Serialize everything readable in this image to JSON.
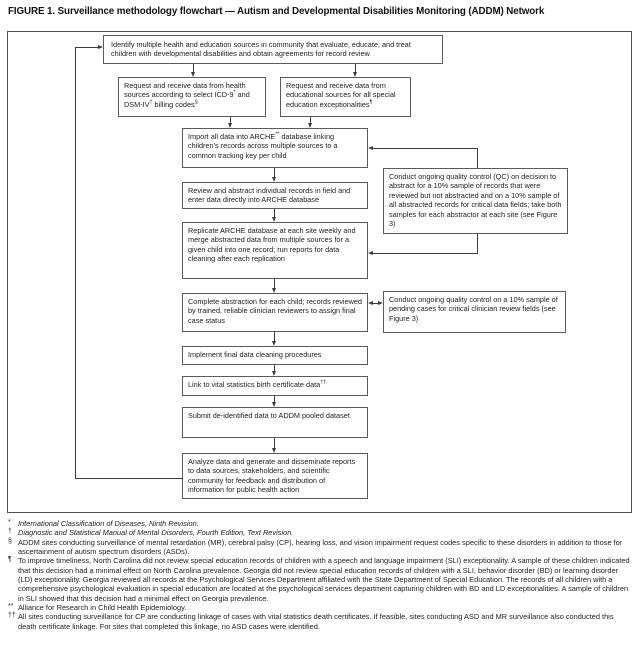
{
  "title": "FIGURE 1. Surveillance methodology flowchart — Autism and Developmental Disabilities Monitoring (ADDM) Network",
  "flowchart": {
    "identify": "Identify multiple health and education sources in community that evaluate, educate, and treat children with developmental disabilities and obtain agreements for record review",
    "request_health": [
      {
        "t": "Request and receive data from health sources according to select ICD-9"
      },
      {
        "t": "*",
        "sup": true
      },
      {
        "t": " and DSM-IV"
      },
      {
        "t": "†",
        "sup": true
      },
      {
        "t": " billing codes"
      },
      {
        "t": "§",
        "sup": true
      }
    ],
    "request_edu": [
      {
        "t": "Request and receive data from educational sources for all special education exceptionalities"
      },
      {
        "t": "¶",
        "sup": true
      }
    ],
    "import_arche": [
      {
        "t": "Import all data into ARCHE"
      },
      {
        "t": "**",
        "sup": true
      },
      {
        "t": " database linking children’s records across multiple sources to a common tracking key per child"
      }
    ],
    "review": "Review and abstract individual records in field and enter data directly into ARCHE database",
    "replicate": "Replicate ARCHE database at each site weekly and merge abstracted data from multiple sources for a given child into one record; run reports for data cleaning after each replication",
    "complete": "Complete abstraction for each child; records reviewed by trained, reliable clinician reviewers to assign final case status",
    "implement": "Implement final data cleaning procedures",
    "link_vital": [
      {
        "t": "Link to vital statistics birth certificate data"
      },
      {
        "t": "††",
        "sup": true
      }
    ],
    "submit": "Submit de-identified data to ADDM pooled dataset",
    "analyze": "Analyze data and generate and disseminate reports to data sources, stakeholders, and scientific community for feedback and distribution of information for public health action",
    "qc_abstraction": "Conduct ongoing quality control (QC) on decision to abstract for a 10% sample of records that were reviewed but not abstracted and on a 10% sample of all abstracted records for critical data fields; take both samples for each abstractor at each site (see Figure 3)",
    "qc_clinician": "Conduct ongoing quality control on a 10% sample of pending cases for critical clinician review fields (see Figure 3)"
  },
  "footnotes": [
    {
      "marker": "*",
      "text": "International Classification of Diseases, Ninth Revision."
    },
    {
      "marker": "†",
      "text": "Diagnostic and Statistical Manual of Mental Disorders, Fourth Edition, Text Revision."
    },
    {
      "marker": "§",
      "text": "ADDM sites conducting surveillance of mental retardation (MR), cerebral palsy (CP), hearing loss, and vision impairment request codes specific to these disorders in addition to those for ascertainment of autism spectrum disorders (ASDs)."
    },
    {
      "marker": "¶",
      "text": "To improve timeliness, North Carolina did not review special education records of children with a speech and language impairment (SLI) exceptionality. A sample of these children indicated that this decision had a minimal effect on North Carolina prevalence. Georgia did not review special education records of children with a SLI, behavior disorder (BD) or learning disorder (LD) exceptionality. Georgia reviewed all records at the Psychological Services Department affiliated with the State Department of Special Education. The records of all children with a comprehensive psychological evaluation in special education are located at the psychological services department capturing children with BD and LD exceptionalities. A sample of children in SLI showed that this decision had a minimal effect on Georgia prevalence."
    },
    {
      "marker": "**",
      "text": "Alliance for Research in Child Health Epidemiology."
    },
    {
      "marker": "††",
      "text": "All sites conducting surveillance for CP are conducting linkage of cases with vital statistics death certificates. If feasible, sites conducting ASD and MR surveillance also conducted this death certificate linkage. For sites that completed this linkage, no ASD cases were identified."
    }
  ]
}
